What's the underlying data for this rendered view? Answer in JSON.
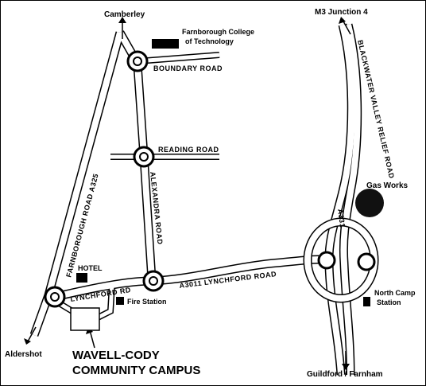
{
  "places": {
    "camberley": "Camberley",
    "m3_junction": "M3 Junction 4",
    "aldershot": "Aldershot",
    "guildford": "Guildford / Farnham",
    "college_line1": "Farnborough College",
    "college_line2": "of Technology",
    "gas_works": "Gas Works",
    "hotel": "HOTEL",
    "fire_station": "Fire Station",
    "north_camp_line1": "North Camp",
    "north_camp_line2": "Station"
  },
  "roads": {
    "boundary": "BOUNDARY ROAD",
    "reading": "READING ROAD",
    "alexandra": "ALEXANDRA ROAD",
    "farnborough": "FARNBOROUGH ROAD A325",
    "blackwater": "BLACKWATER VALLEY RELIEF ROAD",
    "a331": "A331",
    "lynchford_rd": "LYNCHFORD RD",
    "a3011": "A3011 LYNCHFORD ROAD"
  },
  "destination": {
    "line1": "WAVELL-CODY",
    "line2": "COMMUNITY CAMPUS"
  }
}
